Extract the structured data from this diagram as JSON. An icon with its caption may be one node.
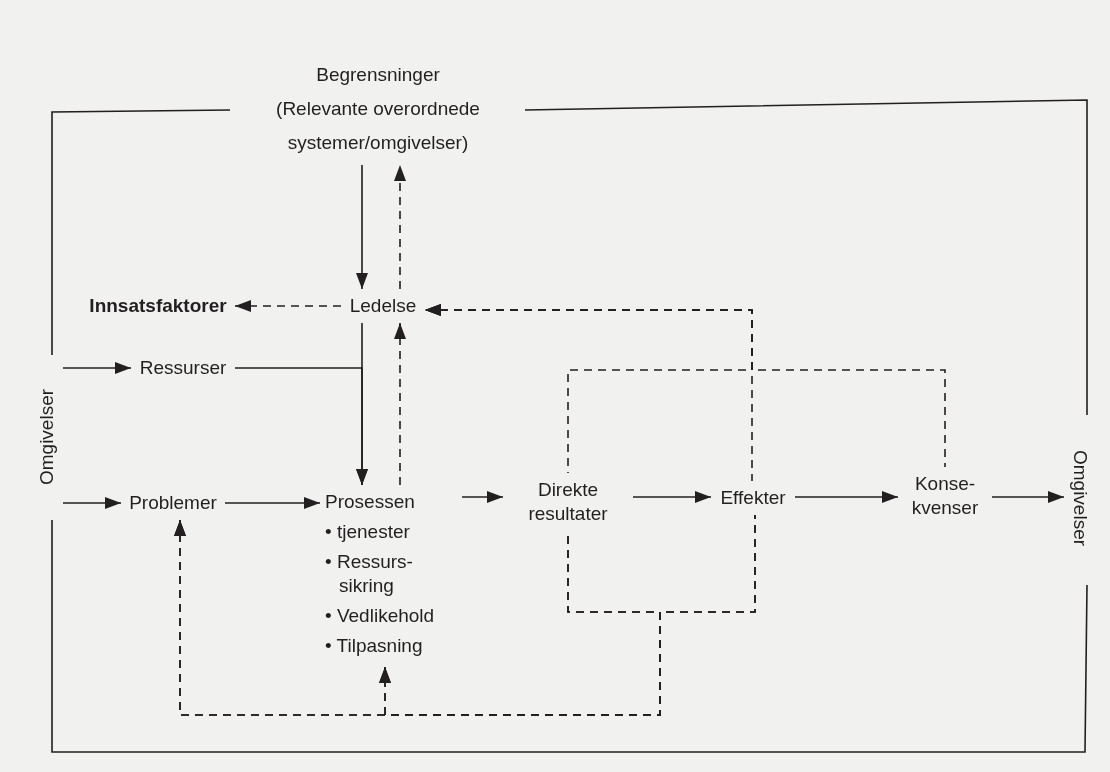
{
  "diagram": {
    "nodes": [
      {
        "text": [
          "Begrensninger",
          "(Relevante overordnede systemer/omgivelser)"
        ]
      },
      {
        "text": [
          "Innsatsfaktorer"
        ]
      },
      {
        "text": [
          "Ledelse"
        ]
      },
      {
        "text": [
          "Omgivelser"
        ]
      },
      {
        "text": [
          "Ressurser"
        ]
      },
      {
        "text": [
          "Problemer"
        ]
      },
      {
        "text": [
          "Prosessen",
          "• tjenester",
          "• Ressurs- sikring",
          "• Vedlikehold",
          "• Tilpasning"
        ]
      },
      {
        "text": [
          "Direkte resultater"
        ]
      },
      {
        "text": [
          "Effekter"
        ]
      },
      {
        "text": [
          "Konse- kvenser"
        ]
      },
      {
        "text": [
          "Omgivelser"
        ]
      }
    ],
    "edges": [
      {
        "from": 0,
        "to": 2,
        "arrow": "to"
      },
      {
        "from": 2,
        "to": 0,
        "arrow": "to",
        "style": "dashed"
      },
      {
        "from": 2,
        "to": 1,
        "arrow": "to",
        "style": "dashed"
      },
      {
        "from": 3,
        "to": 4,
        "arrow": "to"
      },
      {
        "from": 4,
        "to": 6,
        "arrow": "to"
      },
      {
        "from": 2,
        "to": 6,
        "arrow": "to"
      },
      {
        "from": 6,
        "to": 2,
        "arrow": "to",
        "style": "dashed"
      },
      {
        "from": 3,
        "to": 5,
        "arrow": "to"
      },
      {
        "from": 5,
        "to": 6,
        "arrow": "to"
      },
      {
        "from": 6,
        "to": 7,
        "arrow": "to"
      },
      {
        "from": 7,
        "to": 8,
        "arrow": "to"
      },
      {
        "from": 8,
        "to": 9,
        "arrow": "to"
      },
      {
        "from": 9,
        "to": 10,
        "arrow": "to"
      },
      {
        "from": 8,
        "to": 2,
        "arrow": "to",
        "style": "dashed"
      },
      {
        "from": 7,
        "to": 2,
        "arrow": "to",
        "style": "dashed"
      },
      {
        "from": 9,
        "to": 2,
        "arrow": "to",
        "style": "dashed"
      },
      {
        "from": 7,
        "to": 6,
        "arrow": "to",
        "style": "dashed"
      },
      {
        "from": 7,
        "to": 5,
        "arrow": "to",
        "style": "dashed"
      },
      {
        "from": 8,
        "to": 6,
        "arrow": "to",
        "style": "dashed"
      },
      {
        "from": 8,
        "to": 5,
        "arrow": "to",
        "style": "dashed"
      }
    ]
  }
}
